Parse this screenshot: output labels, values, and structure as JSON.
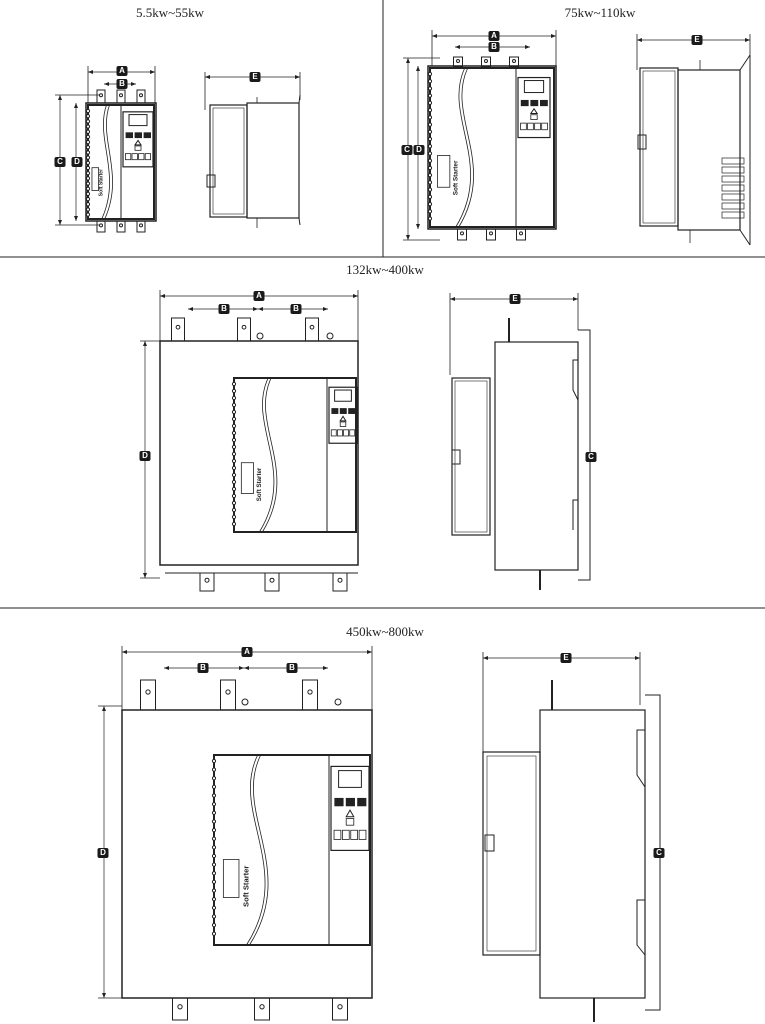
{
  "panels": [
    {
      "title": "5.5kw~55kw"
    },
    {
      "title": "75kw~110kw"
    },
    {
      "title": "132kw~400kw"
    },
    {
      "title": "450kw~800kw"
    }
  ],
  "dimension_labels": {
    "a": "A",
    "b": "B",
    "c": "C",
    "d": "D",
    "e": "E"
  },
  "device_label": "Soft Starter",
  "colors": {
    "line": "#222222",
    "label_bg": "#1a1a1a"
  }
}
